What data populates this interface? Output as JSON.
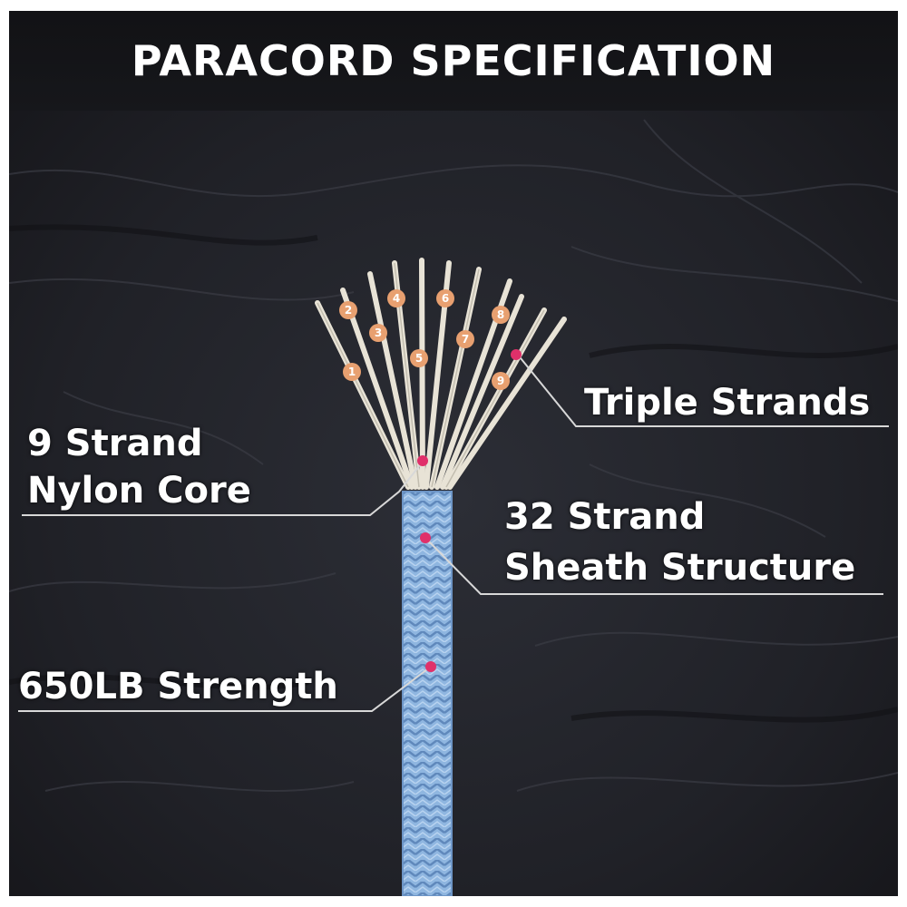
{
  "title": "PARACORD SPECIFICATION",
  "labels": {
    "core_line1": "9 Strand",
    "core_line2": "Nylon Core",
    "triple": "Triple Strands",
    "sheath_line1": "32 Strand",
    "sheath_line2": "Sheath Structure",
    "strength": "650LB Strength"
  },
  "strand_numbers": [
    "1",
    "2",
    "3",
    "4",
    "5",
    "6",
    "7",
    "8",
    "9"
  ],
  "colors": {
    "background": "#1c1d22",
    "header": "#131317",
    "sheath": "#8fb6e0",
    "core_strand": "#e8e3d6",
    "number_badge": "#e8a070",
    "marker_dot": "#e0306a",
    "leader_line": "#d8d8d8"
  }
}
